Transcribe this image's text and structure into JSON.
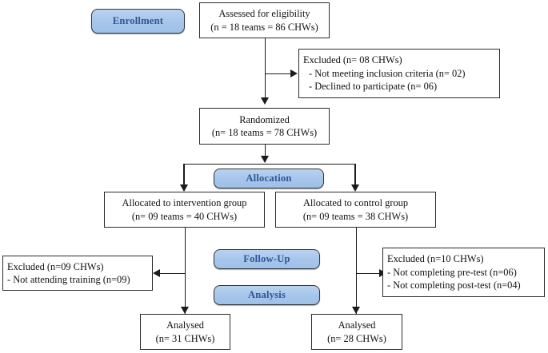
{
  "diagram": {
    "title": "CONSORT participant flow diagram",
    "accent_blue_fill": "#a6c5ea",
    "accent_blue_text": "#2f5596",
    "line_color": "#1b1b1b",
    "box_border_color": "#2b2b2b"
  },
  "stages": {
    "enrollment": "Enrollment",
    "allocation": "Allocation",
    "followup": "Follow-Up",
    "analysis": "Analysis"
  },
  "nodes": {
    "assessed": {
      "line1": "Assessed for eligibility",
      "line2": "(n = 18 teams = 86 CHWs)"
    },
    "excluded_screening": {
      "line1": "Excluded  (n= 08 CHWs)",
      "line2": "- Not meeting inclusion criteria (n= 02)",
      "line3": "- Declined to participate (n= 06)"
    },
    "randomized": {
      "line1": "Randomized",
      "line2": "(n= 18 teams = 78 CHWs)"
    },
    "allocated_intervention": {
      "line1": "Allocated to intervention group",
      "line2": "(n= 09 teams = 40 CHWs)"
    },
    "allocated_control": {
      "line1": "Allocated to control group",
      "line2": "(n= 09 teams = 38 CHWs)"
    },
    "excluded_intervention": {
      "line1": "Excluded (n=09 CHWs)",
      "line2": "- Not attending training (n=09)"
    },
    "excluded_control": {
      "line1": "Excluded (n=10 CHWs)",
      "line2": "- Not completing pre-test (n=06)",
      "line3": "- Not completing post-test (n=04)"
    },
    "analysed_intervention": {
      "line1": "Analysed",
      "line2": "(n= 31 CHWs)"
    },
    "analysed_control": {
      "line1": "Analysed",
      "line2": "(n= 28 CHWs)"
    }
  }
}
